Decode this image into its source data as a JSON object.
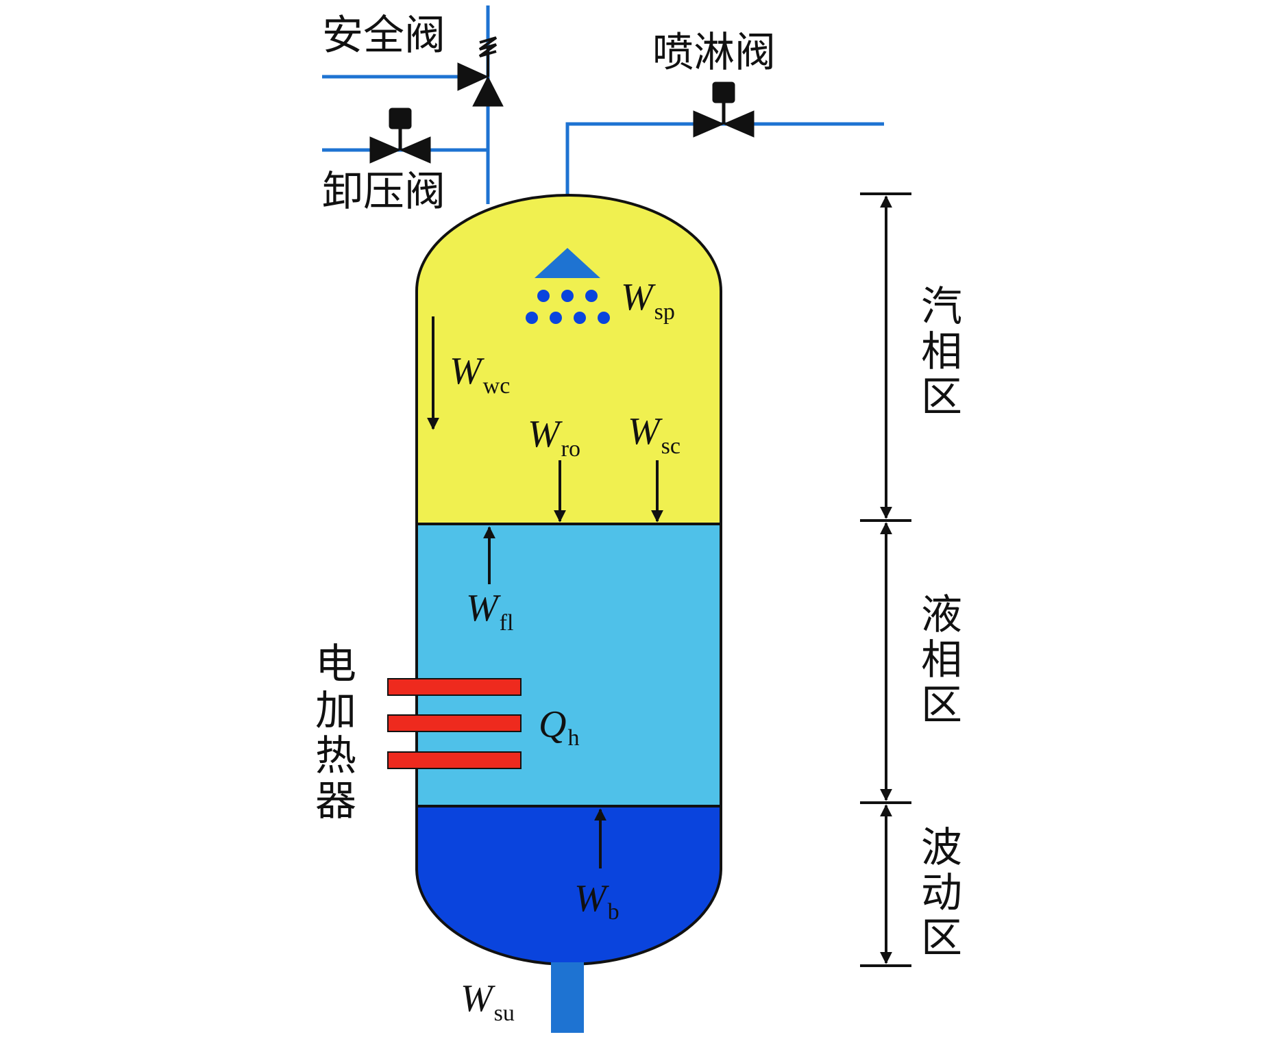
{
  "labels": {
    "safety_valve": "安全阀",
    "relief_valve": "卸压阀",
    "spray_valve": "喷淋阀",
    "heater": [
      "电",
      "加",
      "热",
      "器"
    ],
    "vapor_zone": [
      "汽",
      "相",
      "区"
    ],
    "liquid_zone": [
      "液",
      "相",
      "区"
    ],
    "surge_zone": [
      "波",
      "动",
      "区"
    ]
  },
  "symbols": {
    "w_sp": {
      "main": "W",
      "sub": "sp"
    },
    "w_wc": {
      "main": "W",
      "sub": "wc"
    },
    "w_ro": {
      "main": "W",
      "sub": "ro"
    },
    "w_sc": {
      "main": "W",
      "sub": "sc"
    },
    "w_fl": {
      "main": "W",
      "sub": "fl"
    },
    "q_h": {
      "main": "Q",
      "sub": "h"
    },
    "w_b": {
      "main": "W",
      "sub": "b"
    },
    "w_su": {
      "main": "W",
      "sub": "su"
    }
  },
  "colors": {
    "vapor": "#f0f050",
    "liquid": "#4fc1e9",
    "surge": "#0a44dd",
    "pipe": "#1e73d2",
    "heater": "#ee2a1e",
    "valve": "#111111",
    "outline": "#111111"
  }
}
